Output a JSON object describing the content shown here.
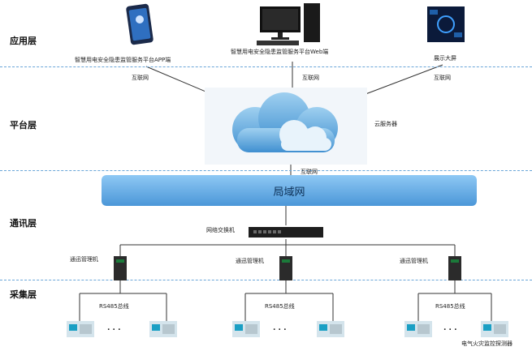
{
  "layers": {
    "application": "应用层",
    "platform": "平台层",
    "communication": "通讯层",
    "collection": "采集层"
  },
  "app_clients": {
    "mobile_app": "智慧用电安全隐患监管服务平台APP端",
    "web": "智慧用电安全隐患监管服务平台Web端",
    "display": "展示大屏"
  },
  "internet_labels": [
    "互联网",
    "互联网",
    "互联网",
    "互联网"
  ],
  "cloud_label": "云服务器",
  "lan_label": "局域网",
  "switch_label": "网络交换机",
  "managers": [
    "通迅管理机",
    "通迅管理机",
    "通迅管理机"
  ],
  "bus_labels": [
    "RS485总线",
    "RS485总线",
    "RS485总线"
  ],
  "ellipsis": ". . .",
  "detector_label": "电气火灾监控探测器",
  "colors": {
    "lan_fill": "#4b97d8",
    "divider": "#6aa6d8",
    "cloud": "#5aa8d8"
  }
}
